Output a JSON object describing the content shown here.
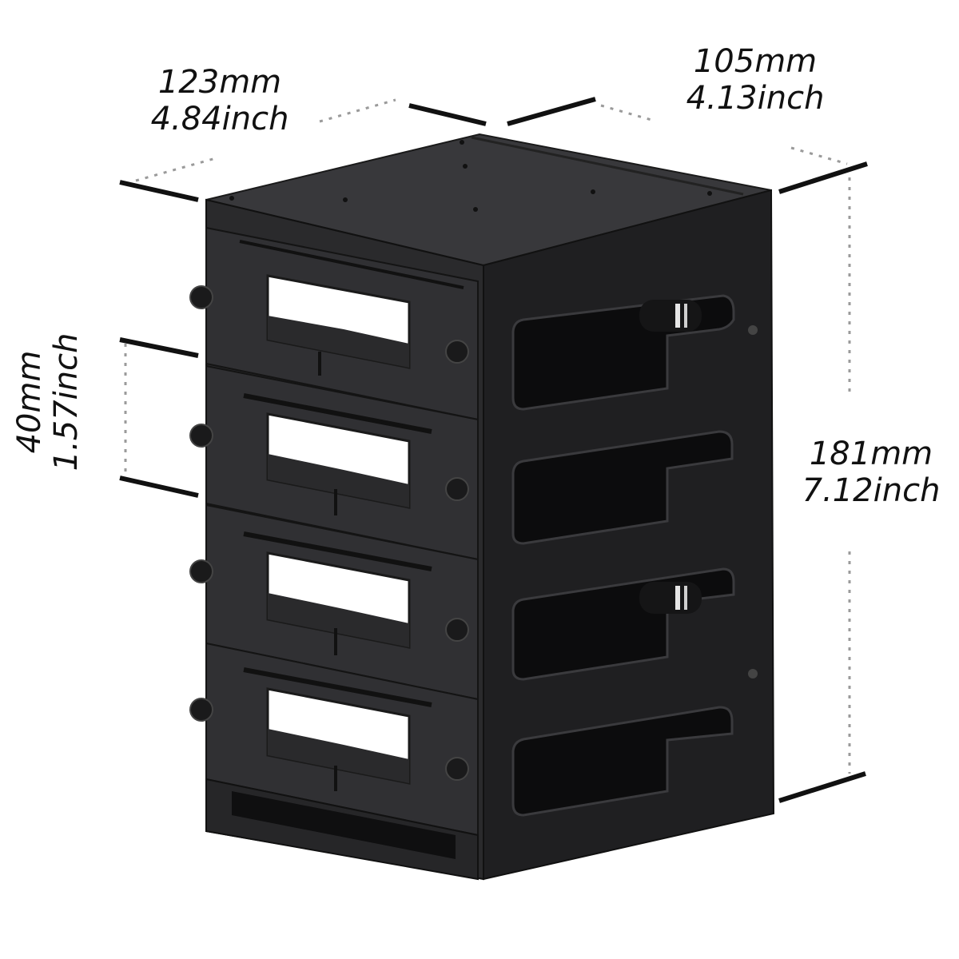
{
  "dimensions": {
    "width": {
      "mm": "123mm",
      "inch": "4.84inch"
    },
    "depth": {
      "mm": "105mm",
      "inch": "4.13inch"
    },
    "height": {
      "mm": "181mm",
      "inch": "7.12inch"
    },
    "bay_pitch": {
      "mm": "40mm",
      "inch": "1.57inch"
    }
  },
  "colors": {
    "background": "#ffffff",
    "cage_front": "#2b2b2d",
    "cage_side": "#1f1f21",
    "cage_top": "#37373a",
    "dimension_line": "#111111",
    "extension_line": "#9a9a9a"
  },
  "cage": {
    "bay_count": 4
  }
}
